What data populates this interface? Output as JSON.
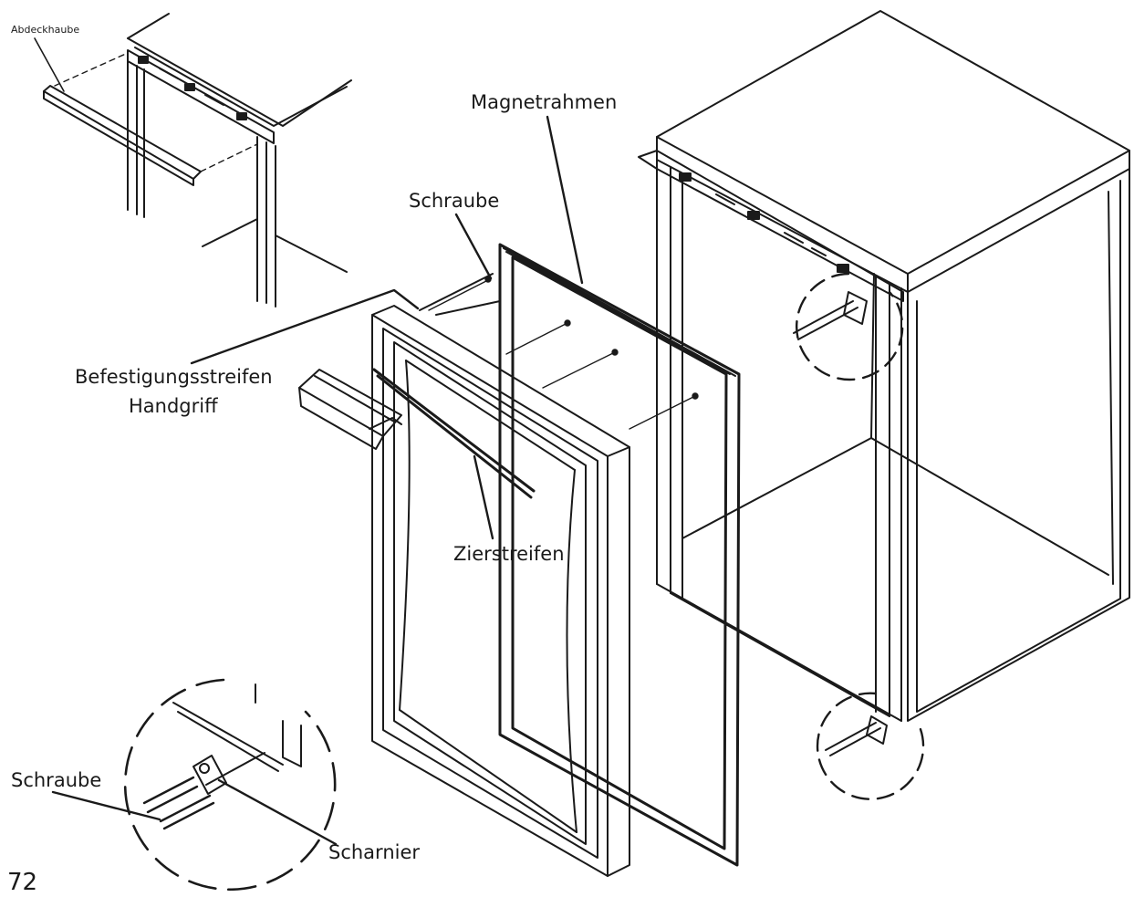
{
  "labels": {
    "abdeckhaube": "Abdeckhaube",
    "magnetrahmen": "Magnetrahmen",
    "schraube_top": "Schraube",
    "befestigungsstreifen": "Befestigungsstreifen",
    "handgriff": "Handgriff",
    "zierstreifen": "Zierstreifen",
    "schraube_bottom": "Schraube",
    "scharnier": "Scharnier"
  },
  "page_number": "72",
  "colors": {
    "ink": "#1a1a1a",
    "paper": "#ffffff"
  }
}
